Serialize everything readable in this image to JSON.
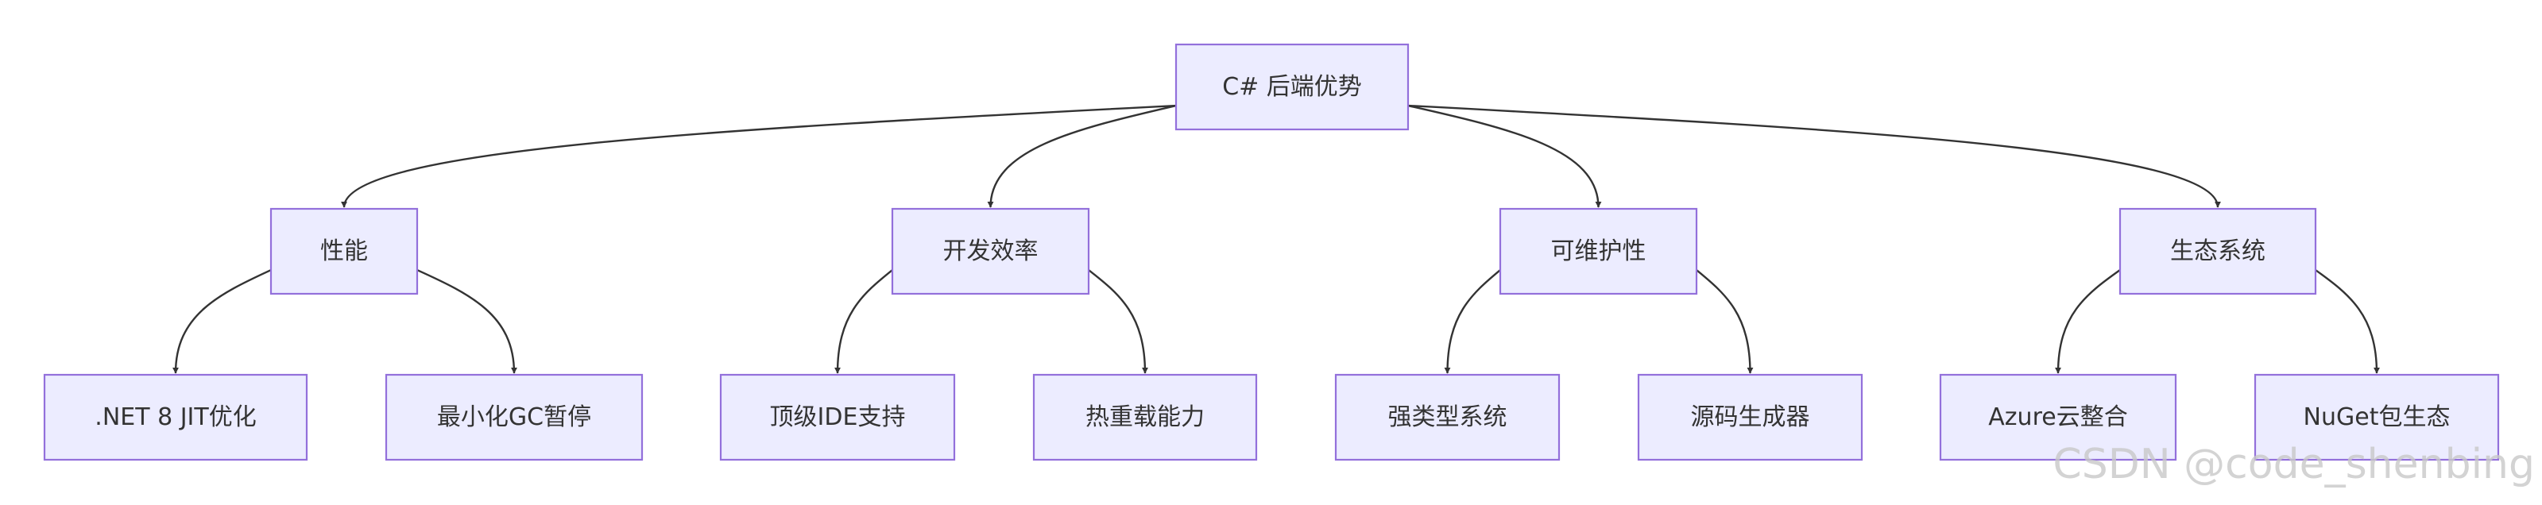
{
  "diagram": {
    "nodes": [
      {
        "id": "root",
        "label": "C# 后端优势"
      },
      {
        "id": "perf",
        "label": "性能"
      },
      {
        "id": "dev",
        "label": "开发效率"
      },
      {
        "id": "maint",
        "label": "可维护性"
      },
      {
        "id": "eco",
        "label": "生态系统"
      },
      {
        "id": "jit",
        "label": ".NET 8 JIT优化"
      },
      {
        "id": "gc",
        "label": "最小化GC暂停"
      },
      {
        "id": "ide",
        "label": "顶级IDE支持"
      },
      {
        "id": "hot",
        "label": "热重载能力"
      },
      {
        "id": "typed",
        "label": "强类型系统"
      },
      {
        "id": "srcgen",
        "label": "源码生成器"
      },
      {
        "id": "azure",
        "label": "Azure云整合"
      },
      {
        "id": "nuget",
        "label": "NuGet包生态"
      }
    ],
    "edges": [
      {
        "from": "root",
        "to": "perf"
      },
      {
        "from": "root",
        "to": "dev"
      },
      {
        "from": "root",
        "to": "maint"
      },
      {
        "from": "root",
        "to": "eco"
      },
      {
        "from": "perf",
        "to": "jit"
      },
      {
        "from": "perf",
        "to": "gc"
      },
      {
        "from": "dev",
        "to": "ide"
      },
      {
        "from": "dev",
        "to": "hot"
      },
      {
        "from": "maint",
        "to": "typed"
      },
      {
        "from": "maint",
        "to": "srcgen"
      },
      {
        "from": "eco",
        "to": "azure"
      },
      {
        "from": "eco",
        "to": "nuget"
      }
    ]
  },
  "watermark": "CSDN @code_shenbing"
}
